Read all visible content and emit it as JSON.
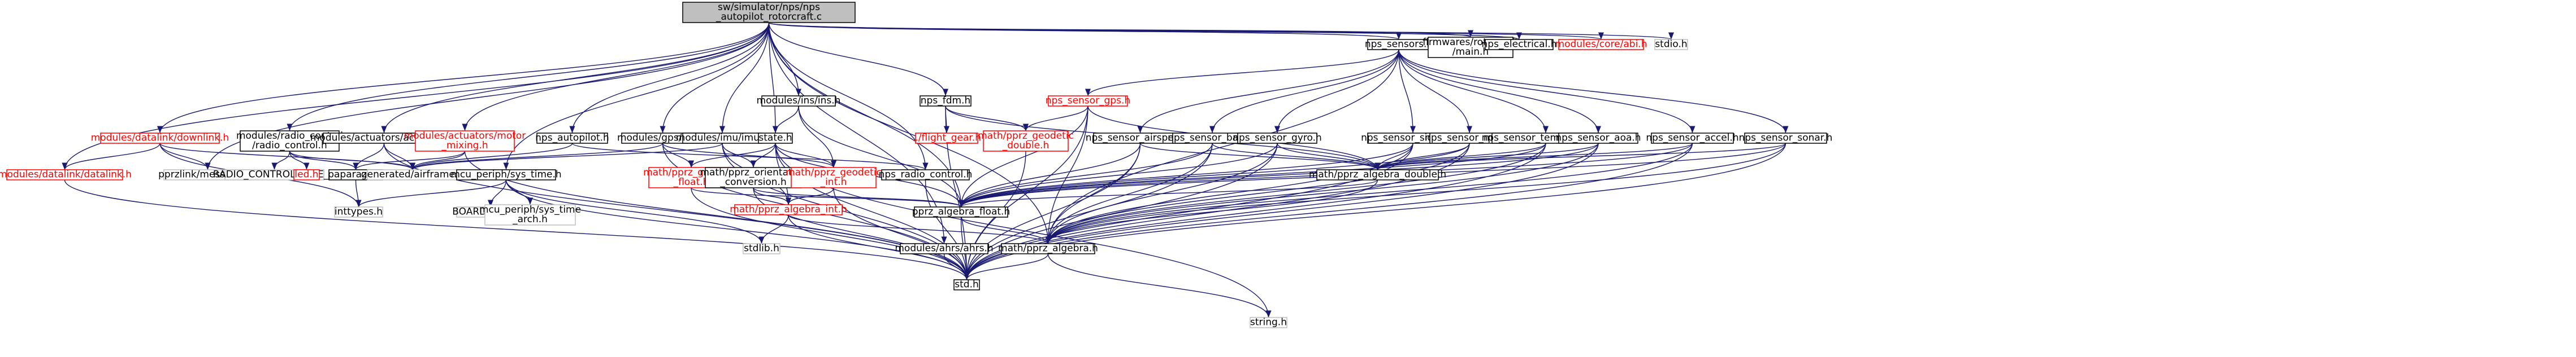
{
  "colors": {
    "edge": "#191970",
    "text": "#000000",
    "text_red": "#ff0000",
    "node_border": "#000000",
    "node_border_gray": "#bfbfbf",
    "root_fill": "#bfbfbf",
    "node_fill": "#ffffff"
  },
  "nodes": [
    {
      "id": "root",
      "lines": [
        "sw/simulator/nps/nps",
        "_autopilot_rotorcraft.c"
      ],
      "style": "root"
    },
    {
      "id": "nps_sensors_h",
      "lines": [
        "nps_sensors.h"
      ],
      "style": "normal"
    },
    {
      "id": "firmwares_main",
      "lines": [
        "firmwares/rotorcraft",
        "/main.h"
      ],
      "style": "normal"
    },
    {
      "id": "nps_electrical_h",
      "lines": [
        "nps_electrical.h"
      ],
      "style": "normal"
    },
    {
      "id": "core_abi_h",
      "lines": [
        "modules/core/abi.h"
      ],
      "style": "red"
    },
    {
      "id": "stdio_h",
      "lines": [
        "stdio.h"
      ],
      "style": "gray"
    },
    {
      "id": "datalink_downlink_h",
      "lines": [
        "modules/datalink/downlink.h"
      ],
      "style": "red"
    },
    {
      "id": "radio_control_h2",
      "lines": [
        "modules/radio_control",
        "/radio_control.h"
      ],
      "style": "normal"
    },
    {
      "id": "actuators_h",
      "lines": [
        "modules/actuators/actuators.h"
      ],
      "style": "normal"
    },
    {
      "id": "motor_mixing_h",
      "lines": [
        "modules/actuators/motor",
        "_mixing.h"
      ],
      "style": "red"
    },
    {
      "id": "autopilot_h",
      "lines": [
        "nps_autopilot.h"
      ],
      "style": "normal"
    },
    {
      "id": "gps_h",
      "lines": [
        "modules/gps/gps.h"
      ],
      "style": "normal"
    },
    {
      "id": "imu_h",
      "lines": [
        "modules/imu/imu.h"
      ],
      "style": "normal"
    },
    {
      "id": "ins_h",
      "lines": [
        "modules/ins/ins.h"
      ],
      "style": "normal"
    },
    {
      "id": "state_h",
      "lines": [
        "state.h"
      ],
      "style": "normal"
    },
    {
      "id": "nps_fdm_h",
      "lines": [
        "nps_fdm.h"
      ],
      "style": "normal"
    },
    {
      "id": "flight_gear_h",
      "lines": [
        "../flight_gear.h"
      ],
      "style": "red"
    },
    {
      "id": "geodetic_double_h",
      "lines": [
        "math/pprz_geodetic",
        "_double.h"
      ],
      "style": "red"
    },
    {
      "id": "sensor_gps_h",
      "lines": [
        "nps_sensor_gps.h"
      ],
      "style": "red"
    },
    {
      "id": "sensor_airspeed_h",
      "lines": [
        "nps_sensor_airspeed.h"
      ],
      "style": "normal"
    },
    {
      "id": "sensor_baro_h",
      "lines": [
        "nps_sensor_baro.h"
      ],
      "style": "normal"
    },
    {
      "id": "sensor_gyro_h",
      "lines": [
        "nps_sensor_gyro.h"
      ],
      "style": "normal"
    },
    {
      "id": "sensor_sideslip_h",
      "lines": [
        "nps_sensor_sideslip.h"
      ],
      "style": "normal"
    },
    {
      "id": "sensor_mag_h",
      "lines": [
        "nps_sensor_mag.h"
      ],
      "style": "normal"
    },
    {
      "id": "sensor_temperature_h",
      "lines": [
        "nps_sensor_temperature.h"
      ],
      "style": "normal"
    },
    {
      "id": "sensor_aoa_h",
      "lines": [
        "nps_sensor_aoa.h"
      ],
      "style": "normal"
    },
    {
      "id": "sensor_accel_h",
      "lines": [
        "nps_sensor_accel.h"
      ],
      "style": "normal"
    },
    {
      "id": "sensor_sonar_h",
      "lines": [
        "nps_sensor_sonar.h"
      ],
      "style": "normal"
    },
    {
      "id": "datalink_h",
      "lines": [
        "modules/datalink/datalink.h"
      ],
      "style": "red"
    },
    {
      "id": "pprzlink_messages_h",
      "lines": [
        "pprzlink/messages.h"
      ],
      "style": "gray"
    },
    {
      "id": "radio_control_type_h",
      "lines": [
        "RADIO_CONTROL_TYPE_H"
      ],
      "style": "gray"
    },
    {
      "id": "led_h",
      "lines": [
        "led.h"
      ],
      "style": "red"
    },
    {
      "id": "paparazzi_h",
      "lines": [
        "paparazzi.h"
      ],
      "style": "normal"
    },
    {
      "id": "generated_airframe_h",
      "lines": [
        "generated/airframe.h"
      ],
      "style": "gray"
    },
    {
      "id": "sys_time_h",
      "lines": [
        "mcu_periph/sys_time.h"
      ],
      "style": "normal"
    },
    {
      "id": "geodetic_float_h",
      "lines": [
        "math/pprz_geodetic",
        "_float.h"
      ],
      "style": "red"
    },
    {
      "id": "orientation_conversion_h",
      "lines": [
        "math/pprz_orientation",
        "_conversion.h"
      ],
      "style": "normal"
    },
    {
      "id": "geodetic_int_h",
      "lines": [
        "math/pprz_geodetic",
        "_int.h"
      ],
      "style": "red"
    },
    {
      "id": "nps_radio_control_h",
      "lines": [
        "nps_radio_control.h"
      ],
      "style": "normal"
    },
    {
      "id": "algebra_double_h",
      "lines": [
        "math/pprz_algebra_double.h"
      ],
      "style": "normal"
    },
    {
      "id": "inttypes_h",
      "lines": [
        "inttypes.h"
      ],
      "style": "gray"
    },
    {
      "id": "board_config",
      "lines": [
        "BOARD_CONFIG"
      ],
      "style": "gray"
    },
    {
      "id": "sys_time_arch_h",
      "lines": [
        "mcu_periph/sys_time",
        "_arch.h"
      ],
      "style": "gray"
    },
    {
      "id": "algebra_int_h",
      "lines": [
        "math/pprz_algebra_int.h"
      ],
      "style": "red"
    },
    {
      "id": "algebra_float_h",
      "lines": [
        "pprz_algebra_float.h"
      ],
      "style": "normal"
    },
    {
      "id": "ahrs_h",
      "lines": [
        "modules/ahrs/ahrs.h"
      ],
      "style": "normal"
    },
    {
      "id": "algebra_h",
      "lines": [
        "math/pprz_algebra.h"
      ],
      "style": "normal"
    },
    {
      "id": "stdlib_h",
      "lines": [
        "stdlib.h"
      ],
      "style": "gray"
    },
    {
      "id": "std_h",
      "lines": [
        "std.h"
      ],
      "style": "normal"
    },
    {
      "id": "string_h",
      "lines": [
        "string.h"
      ],
      "style": "gray"
    }
  ],
  "edges": [
    [
      "root",
      "nps_sensors_h"
    ],
    [
      "root",
      "firmwares_main"
    ],
    [
      "root",
      "nps_electrical_h"
    ],
    [
      "root",
      "core_abi_h"
    ],
    [
      "root",
      "stdio_h"
    ],
    [
      "root",
      "datalink_downlink_h"
    ],
    [
      "root",
      "radio_control_h2"
    ],
    [
      "root",
      "actuators_h"
    ],
    [
      "root",
      "motor_mixing_h"
    ],
    [
      "root",
      "autopilot_h"
    ],
    [
      "root",
      "gps_h"
    ],
    [
      "root",
      "imu_h"
    ],
    [
      "root",
      "ins_h"
    ],
    [
      "root",
      "state_h"
    ],
    [
      "root",
      "nps_fdm_h"
    ],
    [
      "root",
      "datalink_h"
    ],
    [
      "root",
      "pprzlink_messages_h"
    ],
    [
      "root",
      "sys_time_h"
    ],
    [
      "root",
      "nps_radio_control_h"
    ],
    [
      "root",
      "ahrs_h"
    ],
    [
      "root",
      "algebra_h"
    ],
    [
      "root",
      "algebra_float_h"
    ],
    [
      "nps_sensors_h",
      "sensor_gps_h"
    ],
    [
      "nps_sensors_h",
      "sensor_airspeed_h"
    ],
    [
      "nps_sensors_h",
      "sensor_baro_h"
    ],
    [
      "nps_sensors_h",
      "sensor_gyro_h"
    ],
    [
      "nps_sensors_h",
      "sensor_sideslip_h"
    ],
    [
      "nps_sensors_h",
      "sensor_mag_h"
    ],
    [
      "nps_sensors_h",
      "sensor_temperature_h"
    ],
    [
      "nps_sensors_h",
      "sensor_aoa_h"
    ],
    [
      "nps_sensors_h",
      "sensor_accel_h"
    ],
    [
      "nps_sensors_h",
      "sensor_sonar_h"
    ],
    [
      "nps_sensors_h",
      "algebra_h"
    ],
    [
      "datalink_downlink_h",
      "datalink_h"
    ],
    [
      "datalink_downlink_h",
      "pprzlink_messages_h"
    ],
    [
      "datalink_downlink_h",
      "generated_airframe_h"
    ],
    [
      "datalink_downlink_h",
      "inttypes_h"
    ],
    [
      "radio_control_h2",
      "radio_control_type_h"
    ],
    [
      "radio_control_h2",
      "led_h"
    ],
    [
      "radio_control_h2",
      "paparazzi_h"
    ],
    [
      "radio_control_h2",
      "generated_airframe_h"
    ],
    [
      "actuators_h",
      "paparazzi_h"
    ],
    [
      "actuators_h",
      "generated_airframe_h"
    ],
    [
      "actuators_h",
      "std_h"
    ],
    [
      "motor_mixing_h",
      "paparazzi_h"
    ],
    [
      "motor_mixing_h",
      "generated_airframe_h"
    ],
    [
      "motor_mixing_h",
      "std_h"
    ],
    [
      "autopilot_h",
      "generated_airframe_h"
    ],
    [
      "autopilot_h",
      "nps_radio_control_h"
    ],
    [
      "gps_h",
      "generated_airframe_h"
    ],
    [
      "gps_h",
      "geodetic_float_h"
    ],
    [
      "gps_h",
      "geodetic_int_h"
    ],
    [
      "gps_h",
      "std_h"
    ],
    [
      "imu_h",
      "generated_airframe_h"
    ],
    [
      "imu_h",
      "orientation_conversion_h"
    ],
    [
      "imu_h",
      "algebra_int_h"
    ],
    [
      "imu_h",
      "std_h"
    ],
    [
      "ins_h",
      "state_h"
    ],
    [
      "ins_h",
      "geodetic_int_h"
    ],
    [
      "ins_h",
      "algebra_float_h"
    ],
    [
      "state_h",
      "geodetic_float_h"
    ],
    [
      "state_h",
      "orientation_conversion_h"
    ],
    [
      "state_h",
      "geodetic_int_h"
    ],
    [
      "state_h",
      "algebra_int_h"
    ],
    [
      "state_h",
      "algebra_float_h"
    ],
    [
      "state_h",
      "std_h"
    ],
    [
      "state_h",
      "string_h"
    ],
    [
      "nps_fdm_h",
      "flight_gear_h"
    ],
    [
      "nps_fdm_h",
      "geodetic_double_h"
    ],
    [
      "nps_fdm_h",
      "algebra_double_h"
    ],
    [
      "nps_fdm_h",
      "std_h"
    ],
    [
      "geodetic_double_h",
      "std_h"
    ],
    [
      "sensor_gps_h",
      "geodetic_double_h"
    ],
    [
      "sensor_gps_h",
      "algebra_double_h"
    ],
    [
      "sensor_gps_h",
      "algebra_float_h"
    ],
    [
      "sensor_gps_h",
      "std_h"
    ],
    [
      "sensor_gps_h",
      "algebra_h"
    ],
    [
      "sensor_airspeed_h",
      "algebra_double_h"
    ],
    [
      "sensor_airspeed_h",
      "algebra_float_h"
    ],
    [
      "sensor_airspeed_h",
      "std_h"
    ],
    [
      "sensor_airspeed_h",
      "algebra_h"
    ],
    [
      "sensor_baro_h",
      "algebra_double_h"
    ],
    [
      "sensor_baro_h",
      "algebra_float_h"
    ],
    [
      "sensor_baro_h",
      "std_h"
    ],
    [
      "sensor_baro_h",
      "algebra_h"
    ],
    [
      "sensor_gyro_h",
      "algebra_double_h"
    ],
    [
      "sensor_gyro_h",
      "algebra_float_h"
    ],
    [
      "sensor_gyro_h",
      "std_h"
    ],
    [
      "sensor_gyro_h",
      "algebra_h"
    ],
    [
      "sensor_sideslip_h",
      "algebra_double_h"
    ],
    [
      "sensor_sideslip_h",
      "algebra_float_h"
    ],
    [
      "sensor_sideslip_h",
      "std_h"
    ],
    [
      "sensor_sideslip_h",
      "algebra_h"
    ],
    [
      "sensor_mag_h",
      "algebra_double_h"
    ],
    [
      "sensor_mag_h",
      "algebra_float_h"
    ],
    [
      "sensor_mag_h",
      "std_h"
    ],
    [
      "sensor_mag_h",
      "algebra_h"
    ],
    [
      "sensor_temperature_h",
      "algebra_double_h"
    ],
    [
      "sensor_temperature_h",
      "algebra_float_h"
    ],
    [
      "sensor_temperature_h",
      "std_h"
    ],
    [
      "sensor_temperature_h",
      "algebra_h"
    ],
    [
      "sensor_aoa_h",
      "algebra_double_h"
    ],
    [
      "sensor_aoa_h",
      "algebra_float_h"
    ],
    [
      "sensor_aoa_h",
      "std_h"
    ],
    [
      "sensor_aoa_h",
      "algebra_h"
    ],
    [
      "sensor_accel_h",
      "algebra_double_h"
    ],
    [
      "sensor_accel_h",
      "algebra_float_h"
    ],
    [
      "sensor_accel_h",
      "std_h"
    ],
    [
      "sensor_accel_h",
      "algebra_h"
    ],
    [
      "sensor_sonar_h",
      "algebra_double_h"
    ],
    [
      "sensor_sonar_h",
      "algebra_float_h"
    ],
    [
      "sensor_sonar_h",
      "std_h"
    ],
    [
      "sensor_sonar_h",
      "algebra_h"
    ],
    [
      "datalink_h",
      "std_h"
    ],
    [
      "paparazzi_h",
      "inttypes_h"
    ],
    [
      "sys_time_h",
      "inttypes_h"
    ],
    [
      "sys_time_h",
      "board_config"
    ],
    [
      "sys_time_h",
      "sys_time_arch_h"
    ],
    [
      "sys_time_h",
      "std_h"
    ],
    [
      "sys_time_h",
      "stdlib_h"
    ],
    [
      "geodetic_float_h",
      "algebra_float_h"
    ],
    [
      "geodetic_float_h",
      "std_h"
    ],
    [
      "orientation_conversion_h",
      "algebra_int_h"
    ],
    [
      "orientation_conversion_h",
      "algebra_float_h"
    ],
    [
      "orientation_conversion_h",
      "std_h"
    ],
    [
      "geodetic_int_h",
      "algebra_int_h"
    ],
    [
      "geodetic_int_h",
      "std_h"
    ],
    [
      "nps_radio_control_h",
      "std_h"
    ],
    [
      "algebra_double_h",
      "algebra_float_h"
    ],
    [
      "algebra_double_h",
      "algebra_h"
    ],
    [
      "algebra_int_h",
      "algebra_h"
    ],
    [
      "algebra_int_h",
      "stdlib_h"
    ],
    [
      "algebra_int_h",
      "std_h"
    ],
    [
      "algebra_float_h",
      "algebra_h"
    ],
    [
      "algebra_float_h",
      "std_h"
    ],
    [
      "ahrs_h",
      "std_h"
    ],
    [
      "algebra_h",
      "std_h"
    ],
    [
      "algebra_h",
      "string_h"
    ]
  ]
}
